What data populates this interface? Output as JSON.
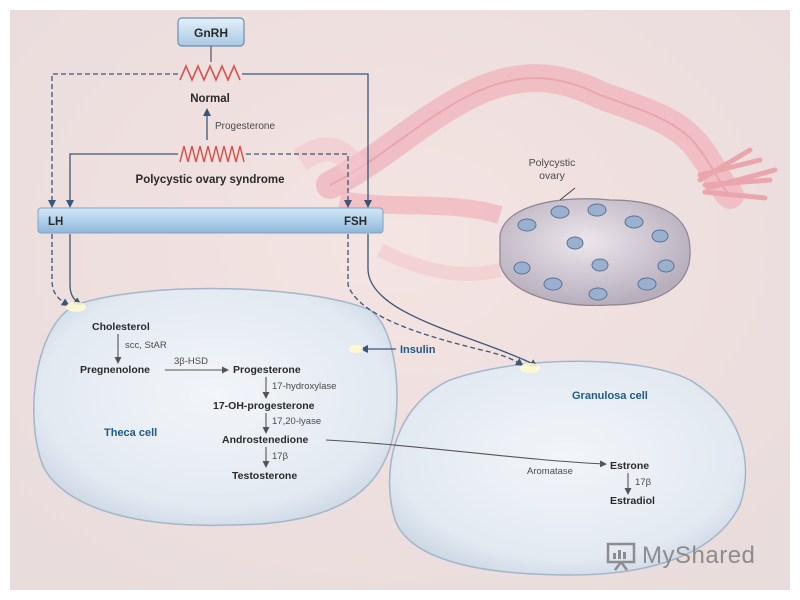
{
  "diagram": {
    "hormones": {
      "gnrh": "GnRH",
      "lh": "LH",
      "fsh": "FSH",
      "insulin": "Insulin"
    },
    "pulses": {
      "normal": "Normal",
      "pcos": "Polycystic ovary syndrome",
      "progesterone_feedback": "Progesterone"
    },
    "organ_labels": {
      "polycystic_ovary_line1": "Polycystic",
      "polycystic_ovary_line2": "ovary"
    },
    "theca_cell": {
      "name": "Theca cell",
      "cholesterol": "Cholesterol",
      "scc_star": "scc, StAR",
      "pregnenolone": "Pregnenolone",
      "beta_hsd": "3β-HSD",
      "progesterone": "Progesterone",
      "hydroxylase": "17-hydroxylase",
      "oh_progesterone": "17-OH-progesterone",
      "lyase": "17,20-lyase",
      "androstenedione": "Androstenedione",
      "beta17_a": "17β",
      "testosterone": "Testosterone"
    },
    "granulosa_cell": {
      "name": "Granulosa cell",
      "aromatase": "Aromatase",
      "estrone": "Estrone",
      "beta17_b": "17β",
      "estradiol": "Estradiol"
    },
    "colors": {
      "arrow": "#3d5578",
      "bar": "#a9cbe6",
      "tissue": "#f2c2c8",
      "cell": "#e6eef6"
    }
  },
  "watermark": {
    "brand": "MyShared",
    "icon": "presentation-chart-icon"
  }
}
